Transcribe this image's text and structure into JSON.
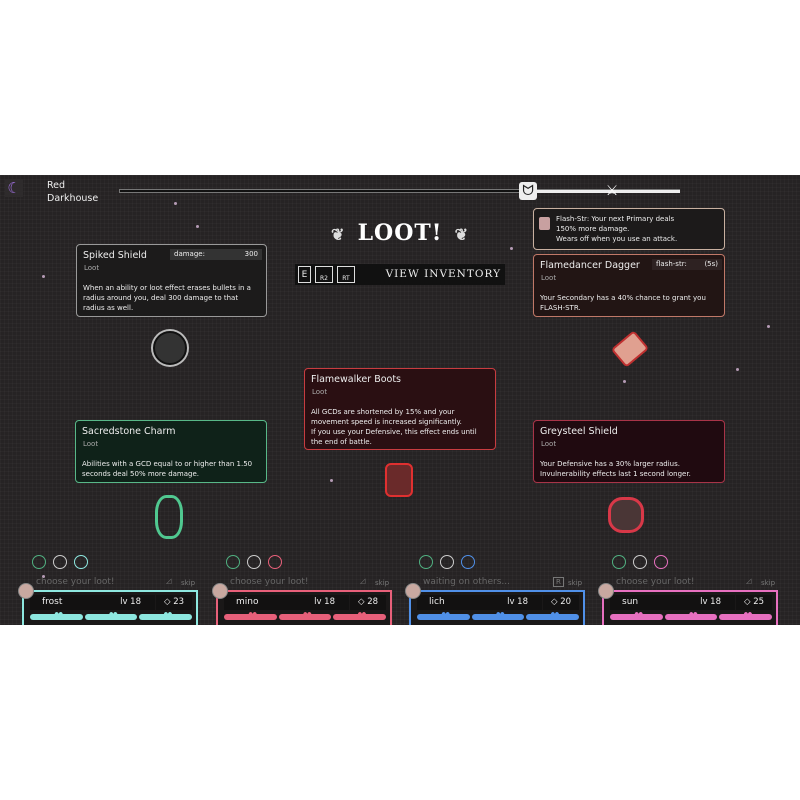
{
  "location": {
    "line1": "Red",
    "line2": "Darkhouse"
  },
  "icons": {
    "moon": "moon-icon",
    "stage": "bunny-icon",
    "battle": "crossed-swords-icon"
  },
  "title": "LOOT!",
  "inventory": {
    "keys": [
      "E",
      "R2",
      "RT"
    ],
    "label": "VIEW INVENTORY"
  },
  "cards": {
    "spiked": {
      "name": "Spiked Shield",
      "type": "Loot",
      "stat_label": "damage:",
      "stat_value": "300",
      "desc": "When an ability or loot effect erases bullets in a radius around you, deal 300 damage to that radius as well."
    },
    "flash": {
      "desc": [
        "Flash-Str: Your next Primary deals",
        "150% more damage.",
        "Wears off when you use an attack."
      ]
    },
    "dagger": {
      "name": "Flamedancer Dagger",
      "type": "Loot",
      "stat_label": "flash-str:",
      "stat_value": "(5s)",
      "desc": "Your Secondary has a 40% chance to grant you FLASH-STR."
    },
    "boots": {
      "name": "Flamewalker Boots",
      "type": "Loot",
      "desc": "All GCDs are shortened by 15% and your movement speed is increased significantly.",
      "desc2": "If you use your Defensive, this effect ends until the end of battle."
    },
    "charm": {
      "name": "Sacredstone Charm",
      "type": "Loot",
      "desc": "Abilities with a GCD equal to or higher than 1.50 seconds deal 50% more damage."
    },
    "greysteel": {
      "name": "Greysteel Shield",
      "type": "Loot",
      "desc": "Your Defensive has a 30% larger radius. Invulnerability effects last 1 second longer."
    }
  },
  "players": [
    {
      "name": "frost",
      "level": "lv 18",
      "gems": "23",
      "status": "choose your loot!",
      "skip": "skip",
      "color": "#8ee8e0"
    },
    {
      "name": "mino",
      "level": "lv 18",
      "gems": "28",
      "status": "choose your loot!",
      "skip": "skip",
      "color": "#e8607a"
    },
    {
      "name": "lich",
      "level": "lv 18",
      "gems": "20",
      "status": "waiting on others...",
      "skip": "skip",
      "key": "R",
      "color": "#5090e8"
    },
    {
      "name": "sun",
      "level": "lv 18",
      "gems": "25",
      "status": "choose your loot!",
      "skip": "skip",
      "color": "#e870c0"
    }
  ]
}
